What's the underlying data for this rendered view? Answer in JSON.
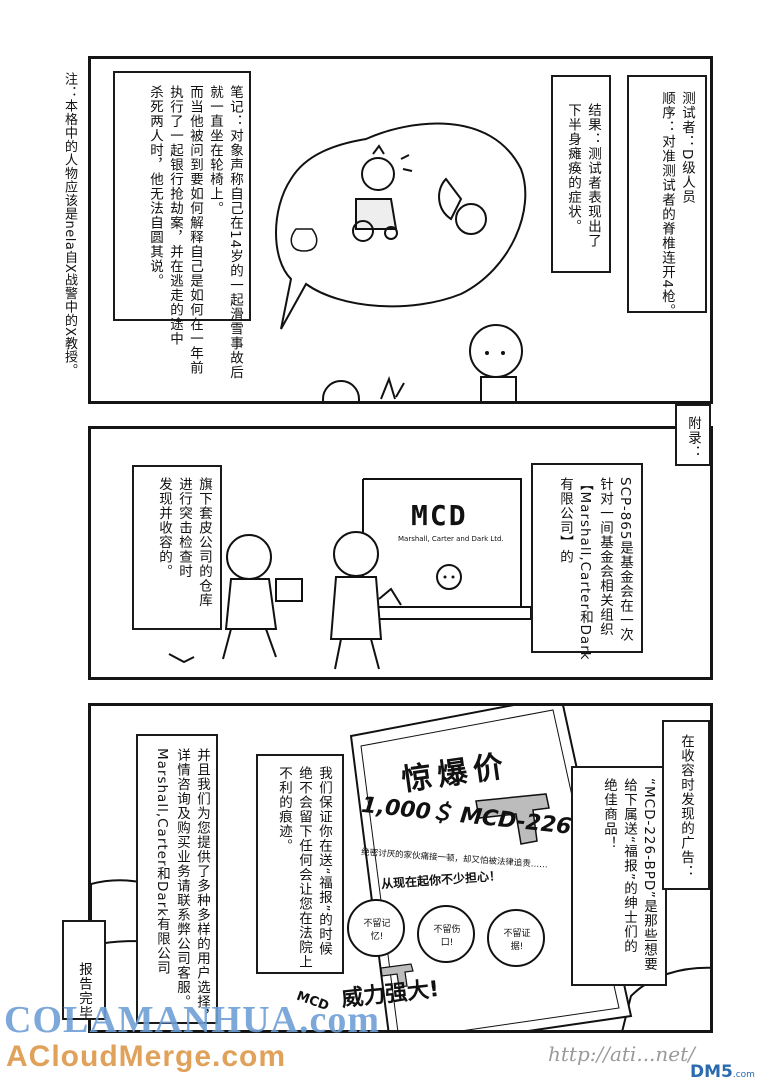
{
  "side_note": "注：本格中的人物应该是nela自X战警中的X教授。",
  "panel1": {
    "note_box": "笔记：对象声称自己在14岁的一起滑雪事故后\n就一直坐在轮椅上。\n而当他被问到要如何解释自己是如何在一年前\n执行了一起银行抢劫案，并在逃走的途中\n杀死两人时，他无法自圆其说。",
    "result_box": "结果：测试者表现出了\n下半身瘫痪的症状。",
    "tester_box": "测试者：D级人员\n顺序：对准测试者的脊椎连开4枪。"
  },
  "panel2": {
    "appendix_label": "附录：",
    "left_box": "旗下套皮公司的仓库\n进行突击检查时\n发现并收容的。",
    "right_box": "SCP-865是基金会在一次\n针对一间基金会相关组织\n【Marshall,Carter和Dark\n有限公司】的",
    "sign_logo": "MCD",
    "sign_subtitle": "Marshall, Carter and Dark Ltd."
  },
  "panel3": {
    "ad_label": "在收容时发现的广告：",
    "right_box": "“MCD-226-BPD”是那些想要\n给下属送“福报”的绅士们的\n绝佳商品！",
    "middle_box": "我们保证你在送“福报”的时候\n绝不会留下任何会让您在法院上\n不利的痕迹。",
    "left_box": "并且我们为您提供了多种多样的用户选择，\n详情咨询及购买业务请联系弊公司客服。\nMarshall,Carter和Dark有限公司",
    "report_end": "报告完毕",
    "flyer": {
      "headline": "惊爆价",
      "price": "1,000＄ MCD-226-BPD",
      "line1": "绝密讨厌的家伙痛接一顿，却又怕被法律追责……",
      "line2": "从现在起你不少担心！",
      "badge1": "不留记忆!",
      "badge2": "不留伤口!",
      "badge3": "不留证据!",
      "slogan": "威力强大!",
      "logo": "MCD"
    }
  },
  "watermarks": {
    "cola": "COLAMANHUA.com",
    "acloud": "ACloudMerge.com",
    "url": "http://ati...net/",
    "dm5": "DM5",
    "dm5_suffix": ".com"
  }
}
